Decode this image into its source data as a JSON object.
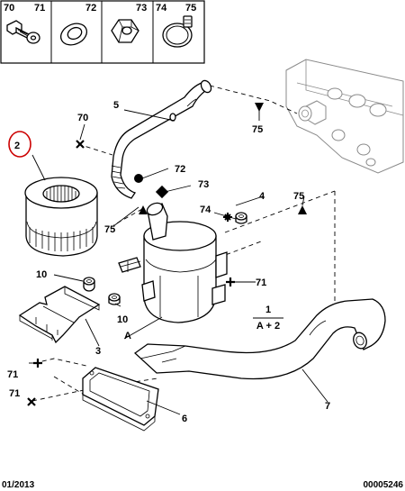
{
  "header": {
    "cells": [
      {
        "left_label": "70",
        "right_label": "71",
        "icon": "bolt-washer-icon"
      },
      {
        "left_label": "",
        "right_label": "72",
        "icon": "washer-ring-icon"
      },
      {
        "left_label": "",
        "right_label": "73",
        "icon": "nut-icon"
      },
      {
        "left_label": "74",
        "right_label": "75",
        "icon": "hose-clamp-icon"
      }
    ]
  },
  "callouts": {
    "c2": "2",
    "c70": "70",
    "c5": "5",
    "c75_top": "75",
    "c72": "72",
    "c73": "73",
    "c4": "4",
    "c74": "74",
    "c75_right": "75",
    "c75_left": "75",
    "c10_upper": "10",
    "c10_lower": "10",
    "c71_right": "71",
    "c3": "3",
    "cA": "A",
    "c71_left": "71",
    "c71_bottom": "71",
    "c6": "6",
    "c7": "7"
  },
  "fraction": {
    "numerator": "1",
    "denominator": "A + 2"
  },
  "footer": {
    "date": "01/2013",
    "ref": "00005246"
  },
  "colors": {
    "ink": "#000000",
    "highlight": "#cc0000",
    "ghost": "#8a8a8a"
  }
}
